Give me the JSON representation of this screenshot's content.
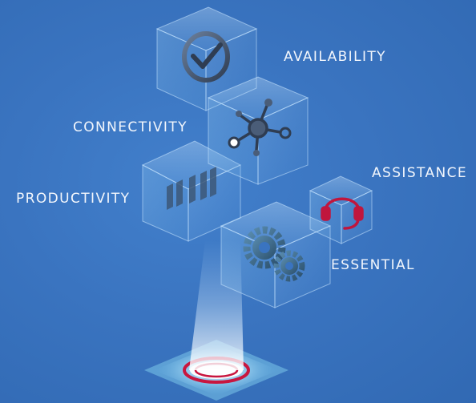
{
  "labels": {
    "availability": "AVAILABILITY",
    "connectivity": "CONNECTIVITY",
    "productivity": "PRODUCTIVITY",
    "assistance": "ASSISTANCE",
    "essential": "ESSENTIAL"
  },
  "icons": {
    "availability": "check-circle-icon",
    "connectivity": "network-nodes-icon",
    "productivity": "bar-chart-icon",
    "assistance": "headset-icon",
    "essential": "gears-icon"
  },
  "colors": {
    "background": "#3771bd",
    "cube_edge": "#c9e6ff",
    "icon_dark": "#3a4a63",
    "assistance_icon": "#c0163d",
    "base_ring": "#c8163f"
  }
}
